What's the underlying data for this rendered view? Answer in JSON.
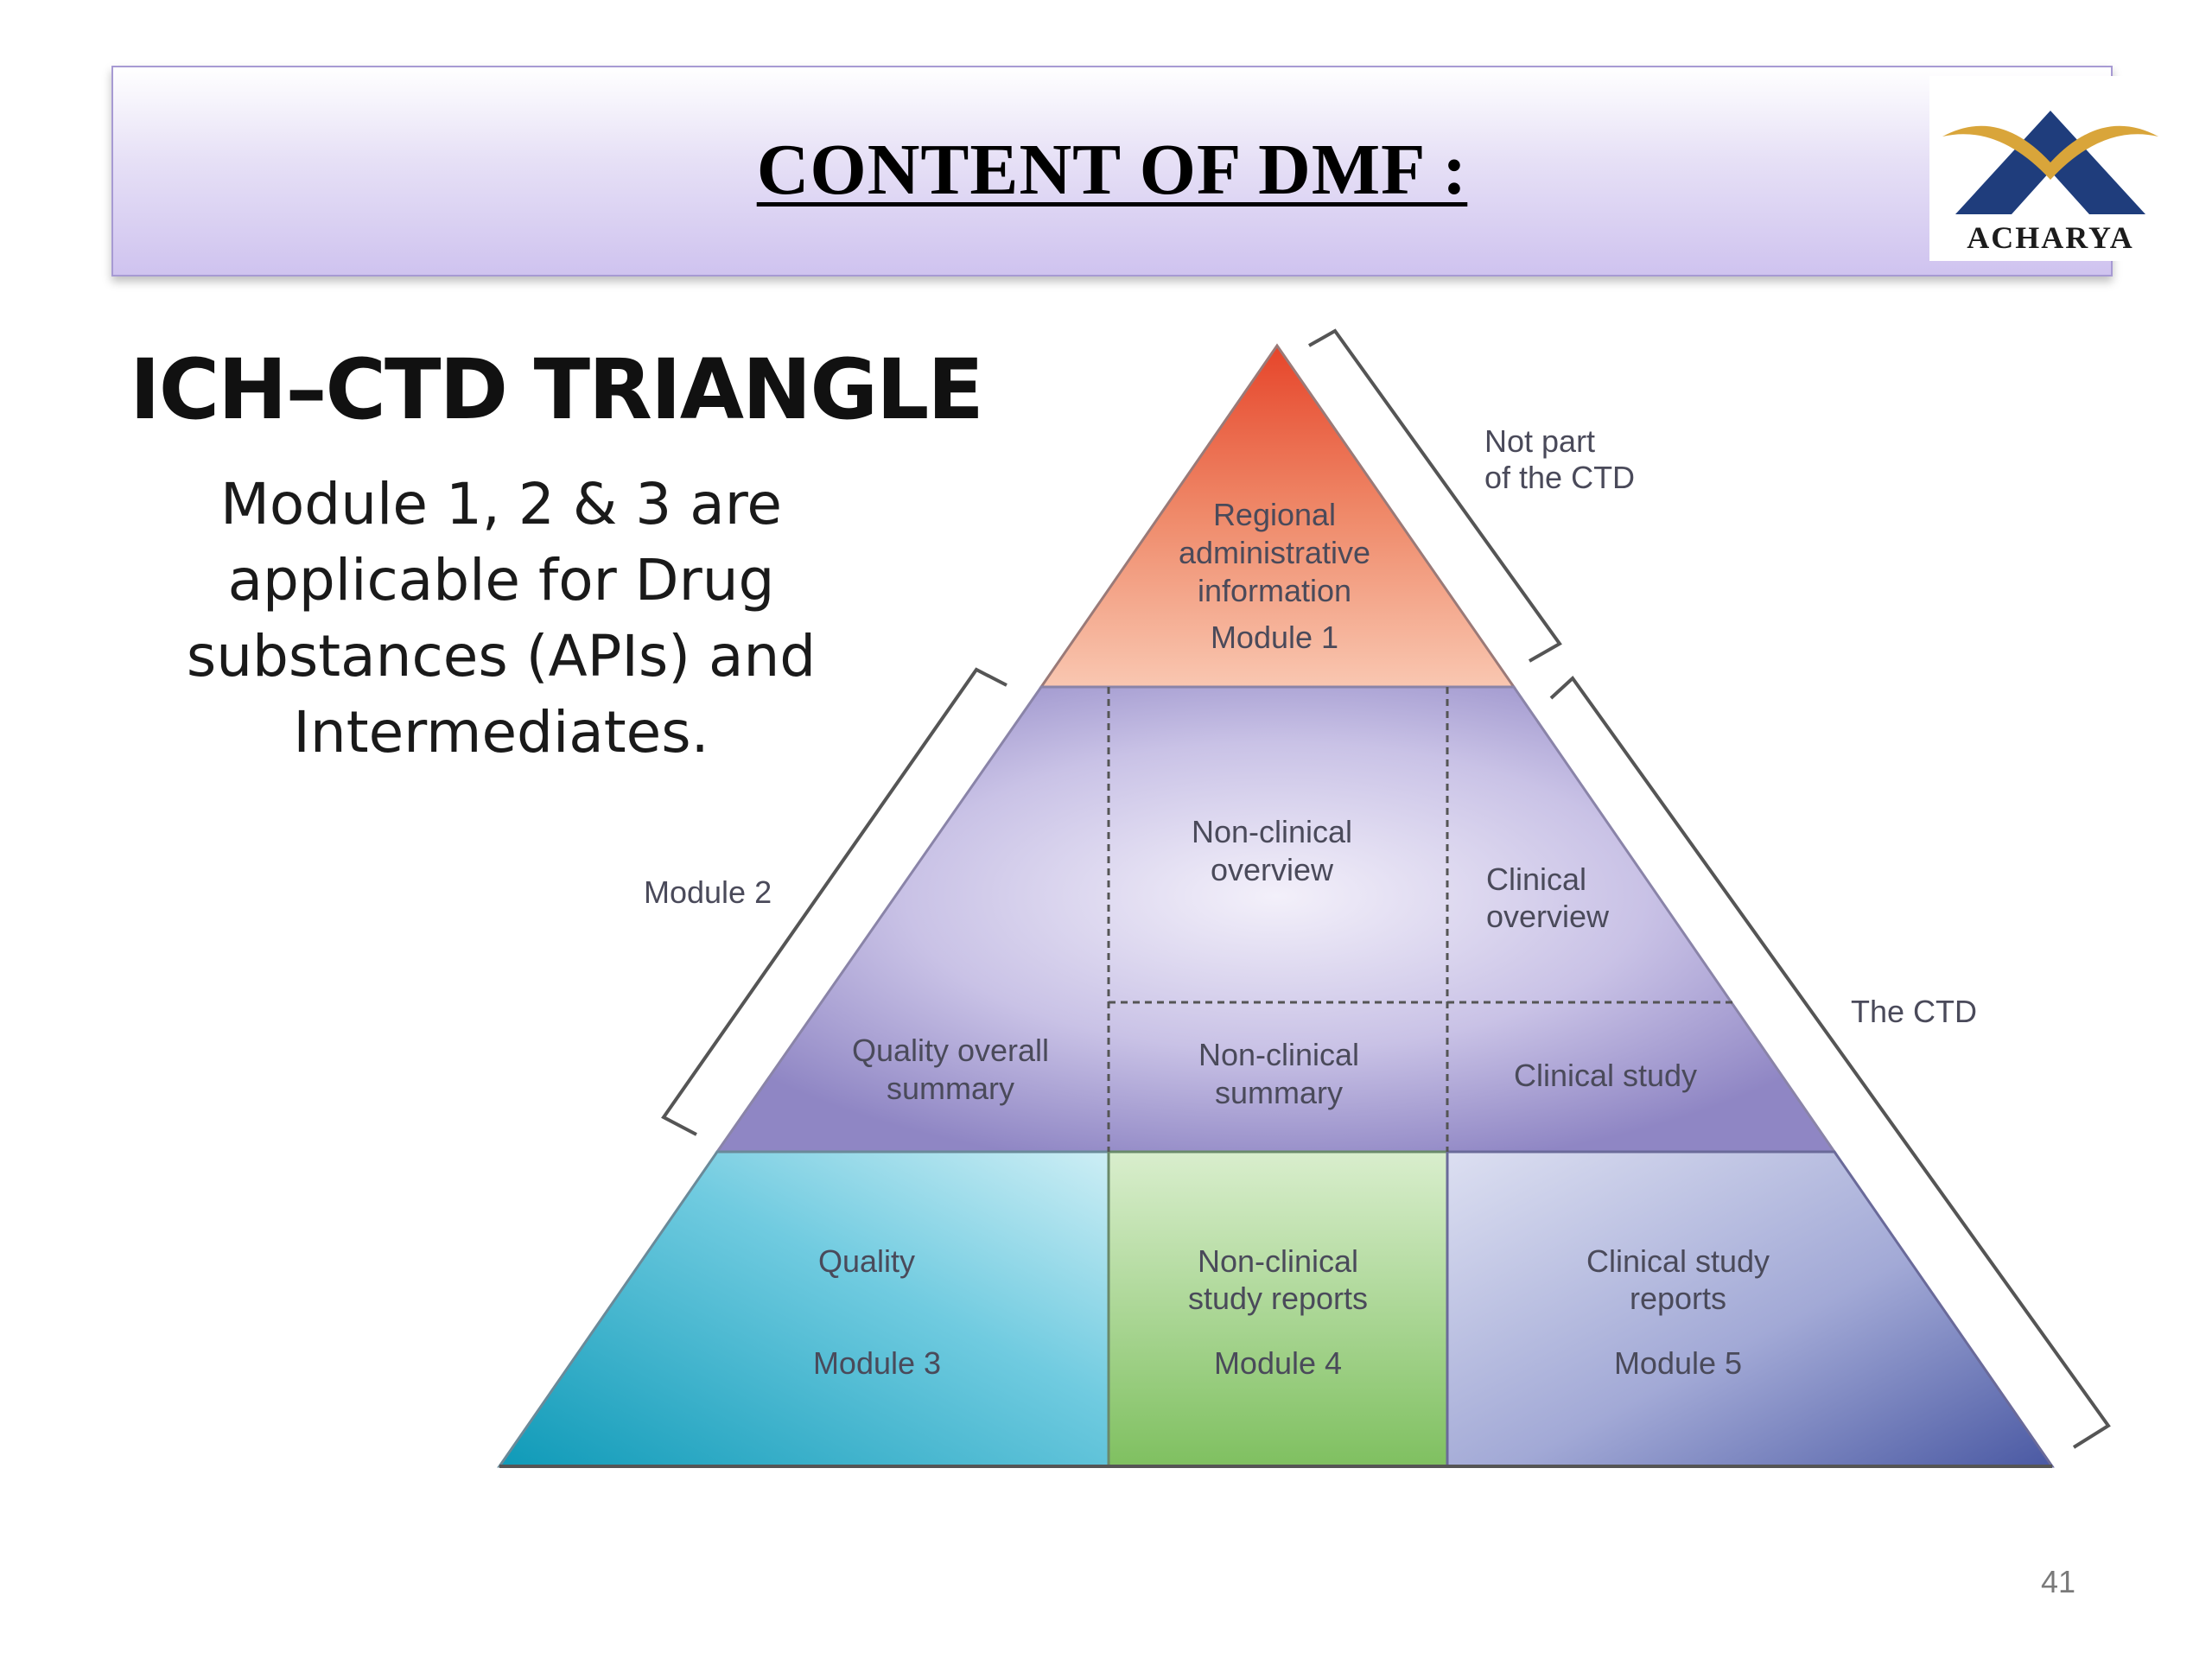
{
  "header": {
    "title": "CONTENT OF DMF :",
    "logo_text": "ACHARYA"
  },
  "heading": "ICH–CTD TRIANGLE",
  "description": "Module 1, 2 & 3 are applicable for Drug substances (APIs) and Intermediates.",
  "diagram": {
    "top": {
      "line1": "Regional",
      "line2": "administrative",
      "line3": "information",
      "module": "Module 1"
    },
    "brackets": {
      "not_part_line1": "Not part",
      "not_part_line2": "of the CTD",
      "module2": "Module 2",
      "the_ctd": "The CTD"
    },
    "middle": {
      "quality_summary_line1": "Quality overall",
      "quality_summary_line2": "summary",
      "nonclinical_overview_line1": "Non-clinical",
      "nonclinical_overview_line2": "overview",
      "nonclinical_summary_line1": "Non-clinical",
      "nonclinical_summary_line2": "summary",
      "clinical_overview_line1": "Clinical",
      "clinical_overview_line2": "overview",
      "clinical_study": "Clinical study"
    },
    "bottom": {
      "quality": "Quality",
      "module3": "Module 3",
      "nonclinical_reports_line1": "Non-clinical",
      "nonclinical_reports_line2": "study reports",
      "module4": "Module 4",
      "clinical_reports_line1": "Clinical study",
      "clinical_reports_line2": "reports",
      "module5": "Module 5"
    }
  },
  "page_number": "41",
  "colors": {
    "module1_top": "#e85a38",
    "module1_bottom": "#f8c2ac",
    "module2": "#a198d0",
    "module3": "#1aa6c0",
    "module4": "#8cc66c",
    "module5": "#5d6aaf"
  }
}
